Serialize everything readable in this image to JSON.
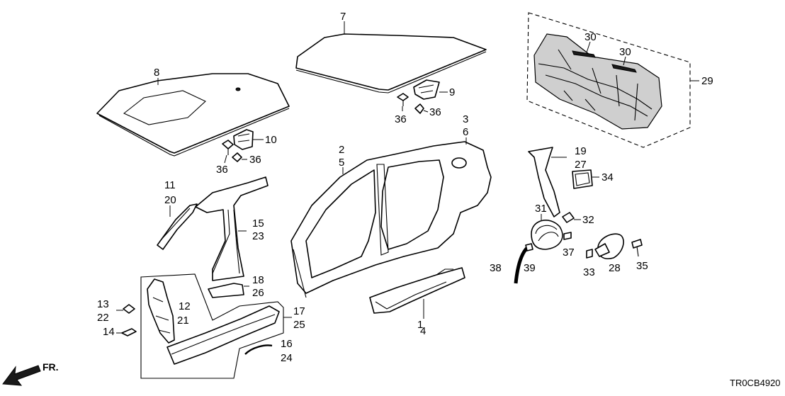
{
  "diagram_code": "TR0CB4920",
  "front_arrow_label": "FR.",
  "callouts": {
    "c1": "1",
    "c2": "2",
    "c3": "3",
    "c4": "4",
    "c5": "5",
    "c6": "6",
    "c7": "7",
    "c8": "8",
    "c9": "9",
    "c10": "10",
    "c11": "11",
    "c12": "12",
    "c13": "13",
    "c14": "14",
    "c15": "15",
    "c16": "16",
    "c17": "17",
    "c18": "18",
    "c19": "19",
    "c20": "20",
    "c21": "21",
    "c22": "22",
    "c23": "23",
    "c24": "24",
    "c25": "25",
    "c26": "26",
    "c27": "27",
    "c28": "28",
    "c29": "29",
    "c30a": "30",
    "c30b": "30",
    "c31": "31",
    "c32": "32",
    "c33": "33",
    "c34": "34",
    "c35": "35",
    "c36a": "36",
    "c36b": "36",
    "c36c": "36",
    "c36d": "36",
    "c37": "37",
    "c38": "38",
    "c39": "39"
  }
}
